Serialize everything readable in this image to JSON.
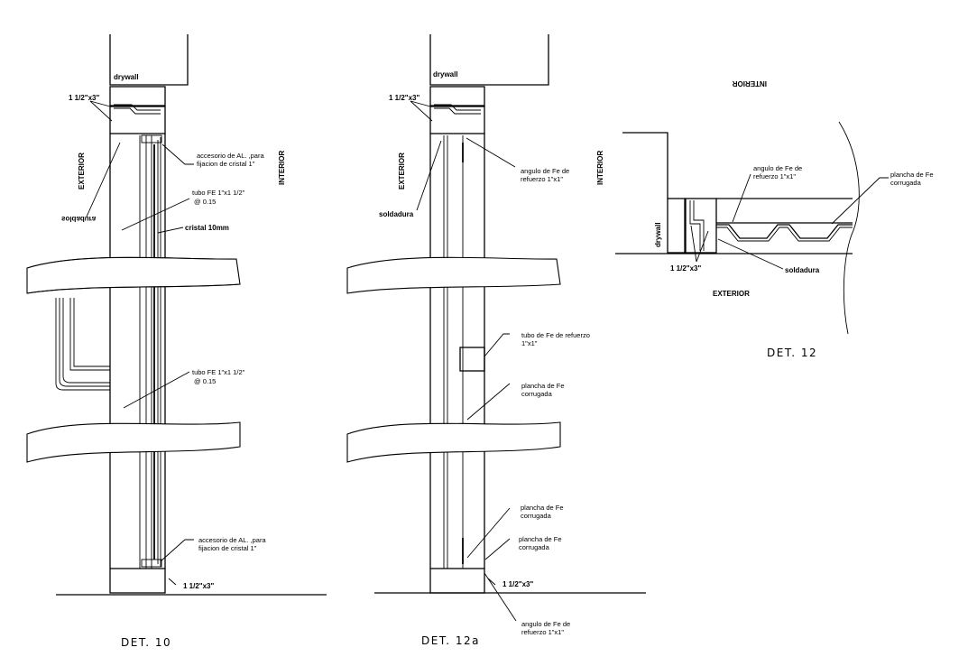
{
  "det10": {
    "label_drywall": "drywall",
    "label_angle_top": "1 1/2\"x3\"",
    "label_exterior": "EXTERIOR",
    "label_interior": "INTERIOR",
    "label_soldadura": "soldadura",
    "label_accessory_top_1": "accesorio de AL. ,para",
    "label_accessory_top_2": "fijacion de cristal 1\"",
    "label_tubo_1a": "tubo FE 1\"x1 1/2\"",
    "label_tubo_1b": "@ 0.15",
    "label_cristal": "cristal 10mm",
    "label_tubo_2a": "tubo FE 1\"x1 1/2\"",
    "label_tubo_2b": "@ 0.15",
    "label_accessory_bot_1": "accesorio de AL. ,para",
    "label_accessory_bot_2": "fijacion de cristal 1\"",
    "label_angle_bot": "1 1/2\"x3\"",
    "title": "DET. 10"
  },
  "det12a": {
    "label_drywall": "drywall",
    "label_angle_top": "1 1/2\"x3\"",
    "label_exterior": "EXTERIOR",
    "label_soldadura": "soldadura",
    "label_angulo_top_1": "angulo de Fe de",
    "label_angulo_top_2": "refuerzo 1\"x1\"",
    "label_tubo_1": "tubo de Fe de refuerzo",
    "label_tubo_2": "1\"x1\"",
    "label_plancha1_1": "plancha de Fe",
    "label_plancha1_2": "corrugada",
    "label_plancha2_1": "plancha de Fe",
    "label_plancha2_2": "corrugada",
    "label_plancha3_1": "plancha de Fe",
    "label_plancha3_2": "corrugada",
    "label_angle_bot": "1 1/2\"x3\"",
    "label_angulo_bot_1": "angulo de Fe de",
    "label_angulo_bot_2": "refuerzo 1\"x1\"",
    "title": "DET. 12a"
  },
  "det12": {
    "label_interior_mirrored": "INTERIOR",
    "label_interior": "INTERIOR",
    "label_drywall": "drywall",
    "label_angulo_1": "angulo de Fe de",
    "label_angulo_2": "refuerzo 1\"x1\"",
    "label_plancha_1": "plancha de Fe",
    "label_plancha_2": "corrugada",
    "label_angle": "1 1/2\"x3\"",
    "label_soldadura": "soldadura",
    "label_exterior": "EXTERIOR",
    "title": "DET. 12"
  }
}
